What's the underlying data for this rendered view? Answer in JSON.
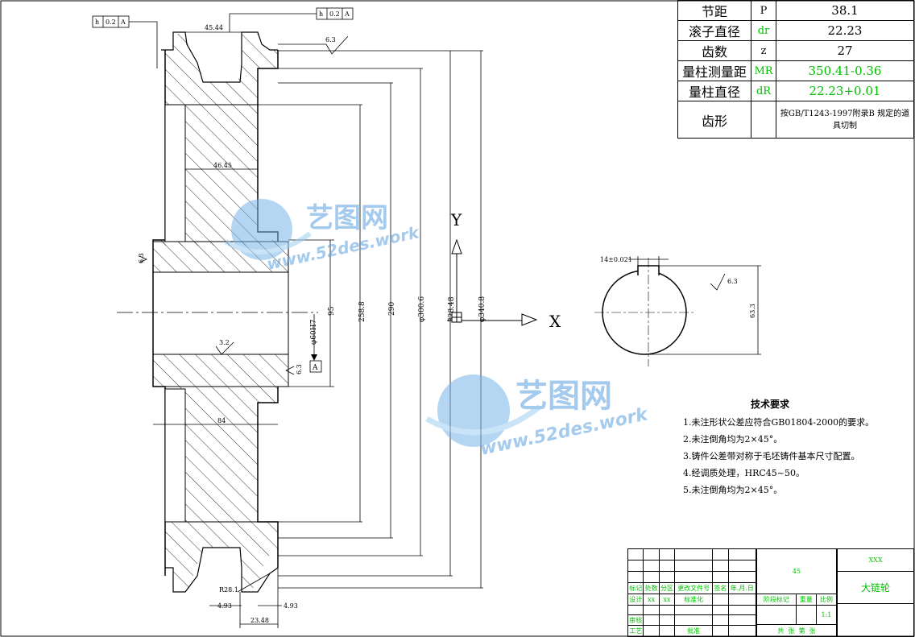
{
  "params_table": {
    "rows": [
      {
        "label": "节距",
        "symbol": "P",
        "value": "38.1"
      },
      {
        "label": "滚子直径",
        "symbol": "dr",
        "value": "22.23"
      },
      {
        "label": "齿数",
        "symbol": "z",
        "value": "27"
      },
      {
        "label": "量柱测量距",
        "symbol": "MR",
        "value": "350.41-0.36"
      },
      {
        "label": "量柱直径",
        "symbol": "dR",
        "value": "22.23+0.01"
      },
      {
        "label": "齿形",
        "symbol": "",
        "value": "按GB/T1243-1997附录B 规定的道具切制"
      }
    ]
  },
  "watermark": {
    "brand": "艺图网",
    "url": "www.52des.work"
  },
  "dimensions": {
    "top_width": "45.44",
    "hub_width": "46.45",
    "base_width": "84",
    "bottom_width": "23.48",
    "chamfer_left": "4.93",
    "chamfer_right": "4.93",
    "radius": "R28.1",
    "bore": "φ60H7",
    "dia_258": "258.8",
    "dia_290": "290",
    "dia_300": "φ300.6",
    "dia_328": "328.48",
    "dia_340": "φ340.8",
    "dia_95": "95",
    "key_width": "14±0.021",
    "key_depth": "63.3",
    "roughness_top": "6.3",
    "roughness_mid": "3.2",
    "roughness_key": "6.3",
    "roughness_left": "6.3",
    "roughness_right": "6.3",
    "tol_left": {
      "sym": "h",
      "val": "0.2",
      "datum": "A"
    },
    "tol_right": {
      "sym": "h",
      "val": "0.2",
      "datum": "A"
    },
    "datum_label": "A"
  },
  "axes": {
    "y": "Y",
    "x": "X"
  },
  "tech_requirements": {
    "title": "技术要求",
    "items": [
      "1.未注形状公差应符合GB01804-2000的要求。",
      "2.未注倒角均为2×45°。",
      "3.铸件公差带对称于毛坯铸件基本尺寸配置。",
      "4.经调质处理，HRC45~50。",
      "5.未注倒角均为2×45°。"
    ]
  },
  "title_block": {
    "material": "45",
    "company": "XXX",
    "part_name": "大链轮",
    "scale": "1:1",
    "labels_row1": [
      "标记",
      "处数",
      "分区",
      "更改文件号",
      "签名",
      "年.月.日"
    ],
    "labels_row2": [
      "设计",
      "xx",
      "xx",
      "标准化"
    ],
    "labels_row3": [
      "阶段标记",
      "重量",
      "比例"
    ],
    "labels_row4": [
      "审核"
    ],
    "labels_row5": [
      "工艺",
      "批准"
    ],
    "labels_row6": [
      "共",
      "张",
      "第",
      "张"
    ]
  }
}
